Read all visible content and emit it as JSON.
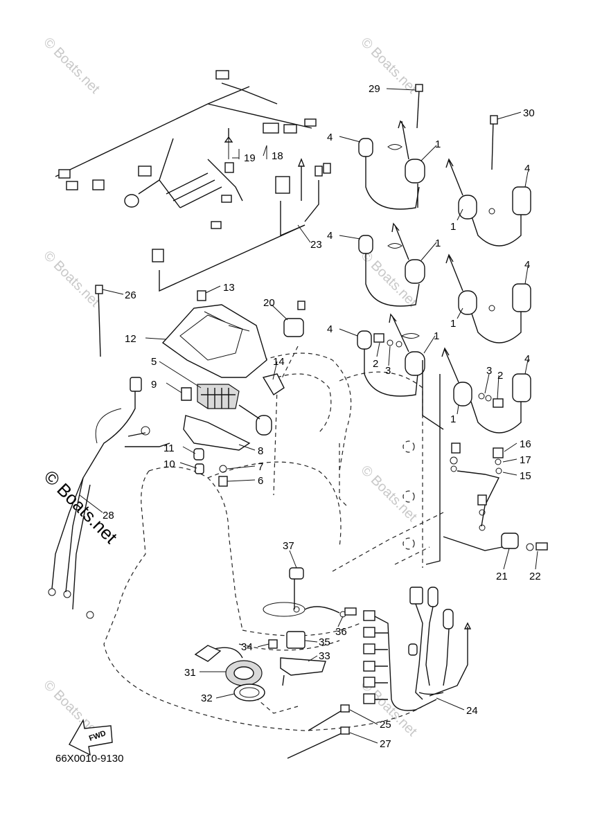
{
  "diagram": {
    "part_code": "66X0010-9130",
    "fwd_label": "FWD",
    "watermark_text": "© Boats.net",
    "callouts": [
      "1",
      "2",
      "3",
      "4",
      "5",
      "6",
      "7",
      "8",
      "9",
      "10",
      "11",
      "12",
      "13",
      "14",
      "15",
      "16",
      "17",
      "18",
      "19",
      "20",
      "21",
      "22",
      "23",
      "24",
      "25",
      "26",
      "27",
      "28",
      "29",
      "30",
      "31",
      "32",
      "33",
      "34",
      "35",
      "36",
      "37"
    ]
  }
}
